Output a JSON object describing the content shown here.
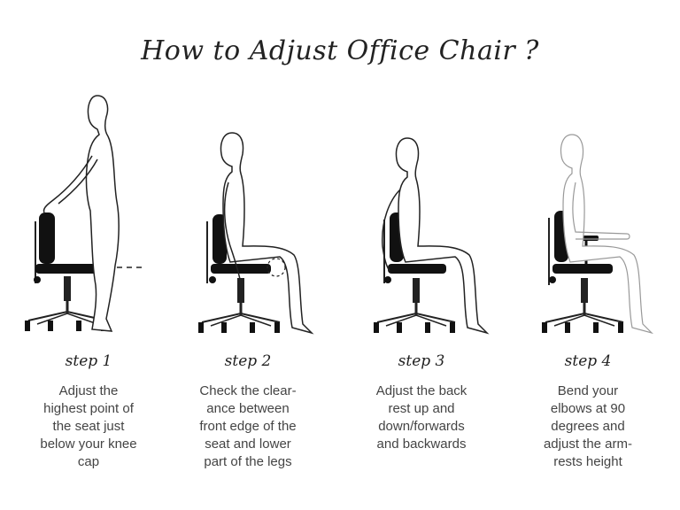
{
  "title": "How to Adjust Office Chair ?",
  "steps": [
    {
      "label": "step 1",
      "lines": [
        "Adjust the",
        "highest point of",
        "the seat just",
        "below your knee",
        "cap"
      ]
    },
    {
      "label": "step 2",
      "lines": [
        "Check the clear-",
        "ance between",
        "front edge of the",
        "seat and lower",
        "part of the legs"
      ]
    },
    {
      "label": "step 3",
      "lines": [
        "Adjust the back",
        "rest up and",
        "down/forwards",
        "and backwards"
      ]
    },
    {
      "label": "step 4",
      "lines": [
        "Bend your",
        "elbows at 90",
        "degrees and",
        "adjust the arm-",
        "rests height"
      ]
    }
  ]
}
